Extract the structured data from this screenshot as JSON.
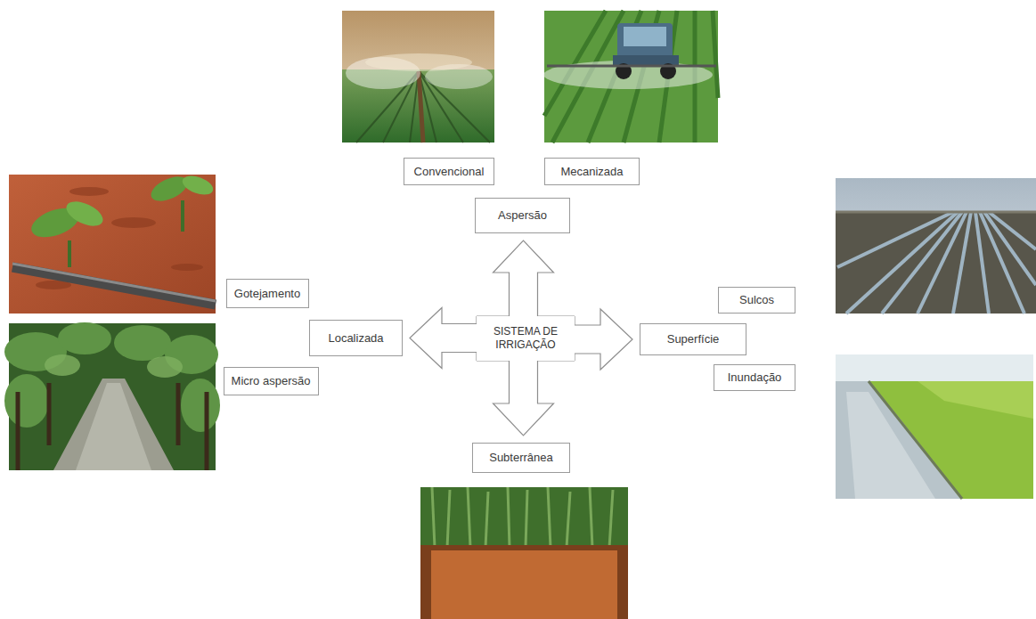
{
  "diagram": {
    "nodes": [
      {
        "text": [
          "Convencional"
        ]
      },
      {
        "text": [
          "Mecanizada"
        ]
      },
      {
        "text": [
          "Aspersão"
        ]
      },
      {
        "text": [
          "Gotejamento"
        ]
      },
      {
        "text": [
          "Sulcos"
        ]
      },
      {
        "text": [
          "Localizada"
        ]
      },
      {
        "text": [
          "SISTEMA DE IRRIGAÇÃO"
        ]
      },
      {
        "text": [
          "Superfície"
        ]
      },
      {
        "text": [
          "Micro aspersão"
        ]
      },
      {
        "text": [
          "Inundação"
        ]
      },
      {
        "text": [
          "Subterrânea"
        ]
      }
    ],
    "edges": [
      {
        "from": 6,
        "to": 2,
        "arrow": "to"
      },
      {
        "from": 6,
        "to": 5,
        "arrow": "to"
      },
      {
        "from": 6,
        "to": 7,
        "arrow": "to"
      },
      {
        "from": 6,
        "to": 10,
        "arrow": "to"
      }
    ]
  }
}
